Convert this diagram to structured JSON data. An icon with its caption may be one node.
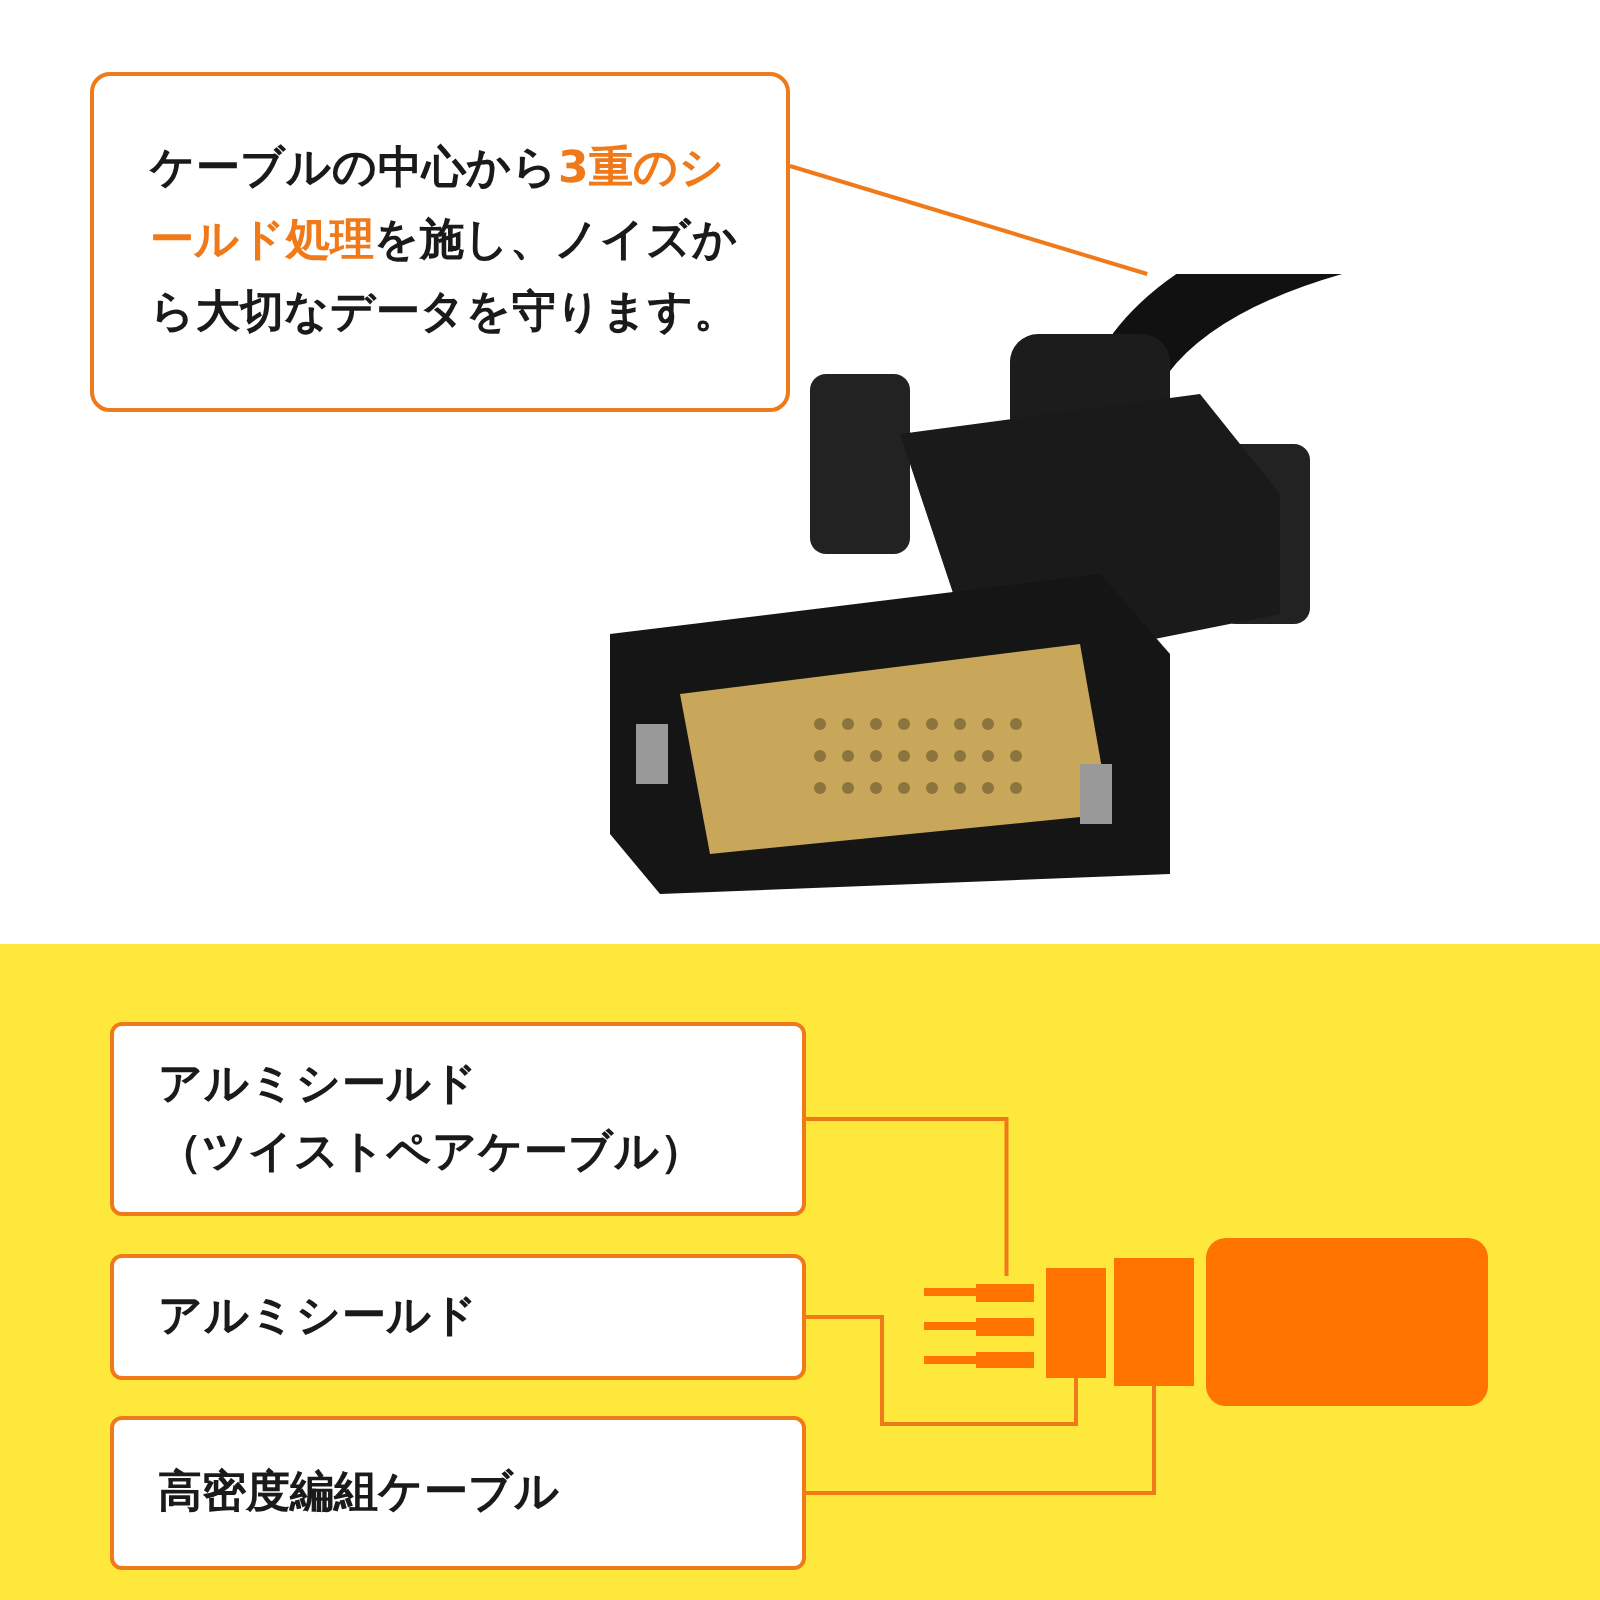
{
  "diagram": {
    "nodes": [
      {
        "text": [
          "ケーブルの中心から**3重のシールド処理**を施し、ノイズから大切なデータを守ります。"
        ]
      },
      {
        "text": [],
        "shape": "picture"
      },
      {
        "text": [
          "アルミシールド（ツイストペアケーブル）"
        ]
      },
      {
        "text": [
          "アルミシールド"
        ]
      },
      {
        "text": [
          "高密度編組ケーブル"
        ]
      },
      {
        "text": [],
        "shape": "bar"
      },
      {
        "text": [],
        "shape": "box"
      },
      {
        "text": [],
        "shape": "box"
      },
      {
        "text": [],
        "shape": "box"
      }
    ],
    "edges": [
      {
        "from": 0,
        "to": 1,
        "arrow": "none"
      },
      {
        "from": 2,
        "to": 5,
        "arrow": "none"
      },
      {
        "from": 3,
        "to": 6,
        "arrow": "none"
      },
      {
        "from": 4,
        "to": 7,
        "arrow": "none"
      }
    ]
  }
}
